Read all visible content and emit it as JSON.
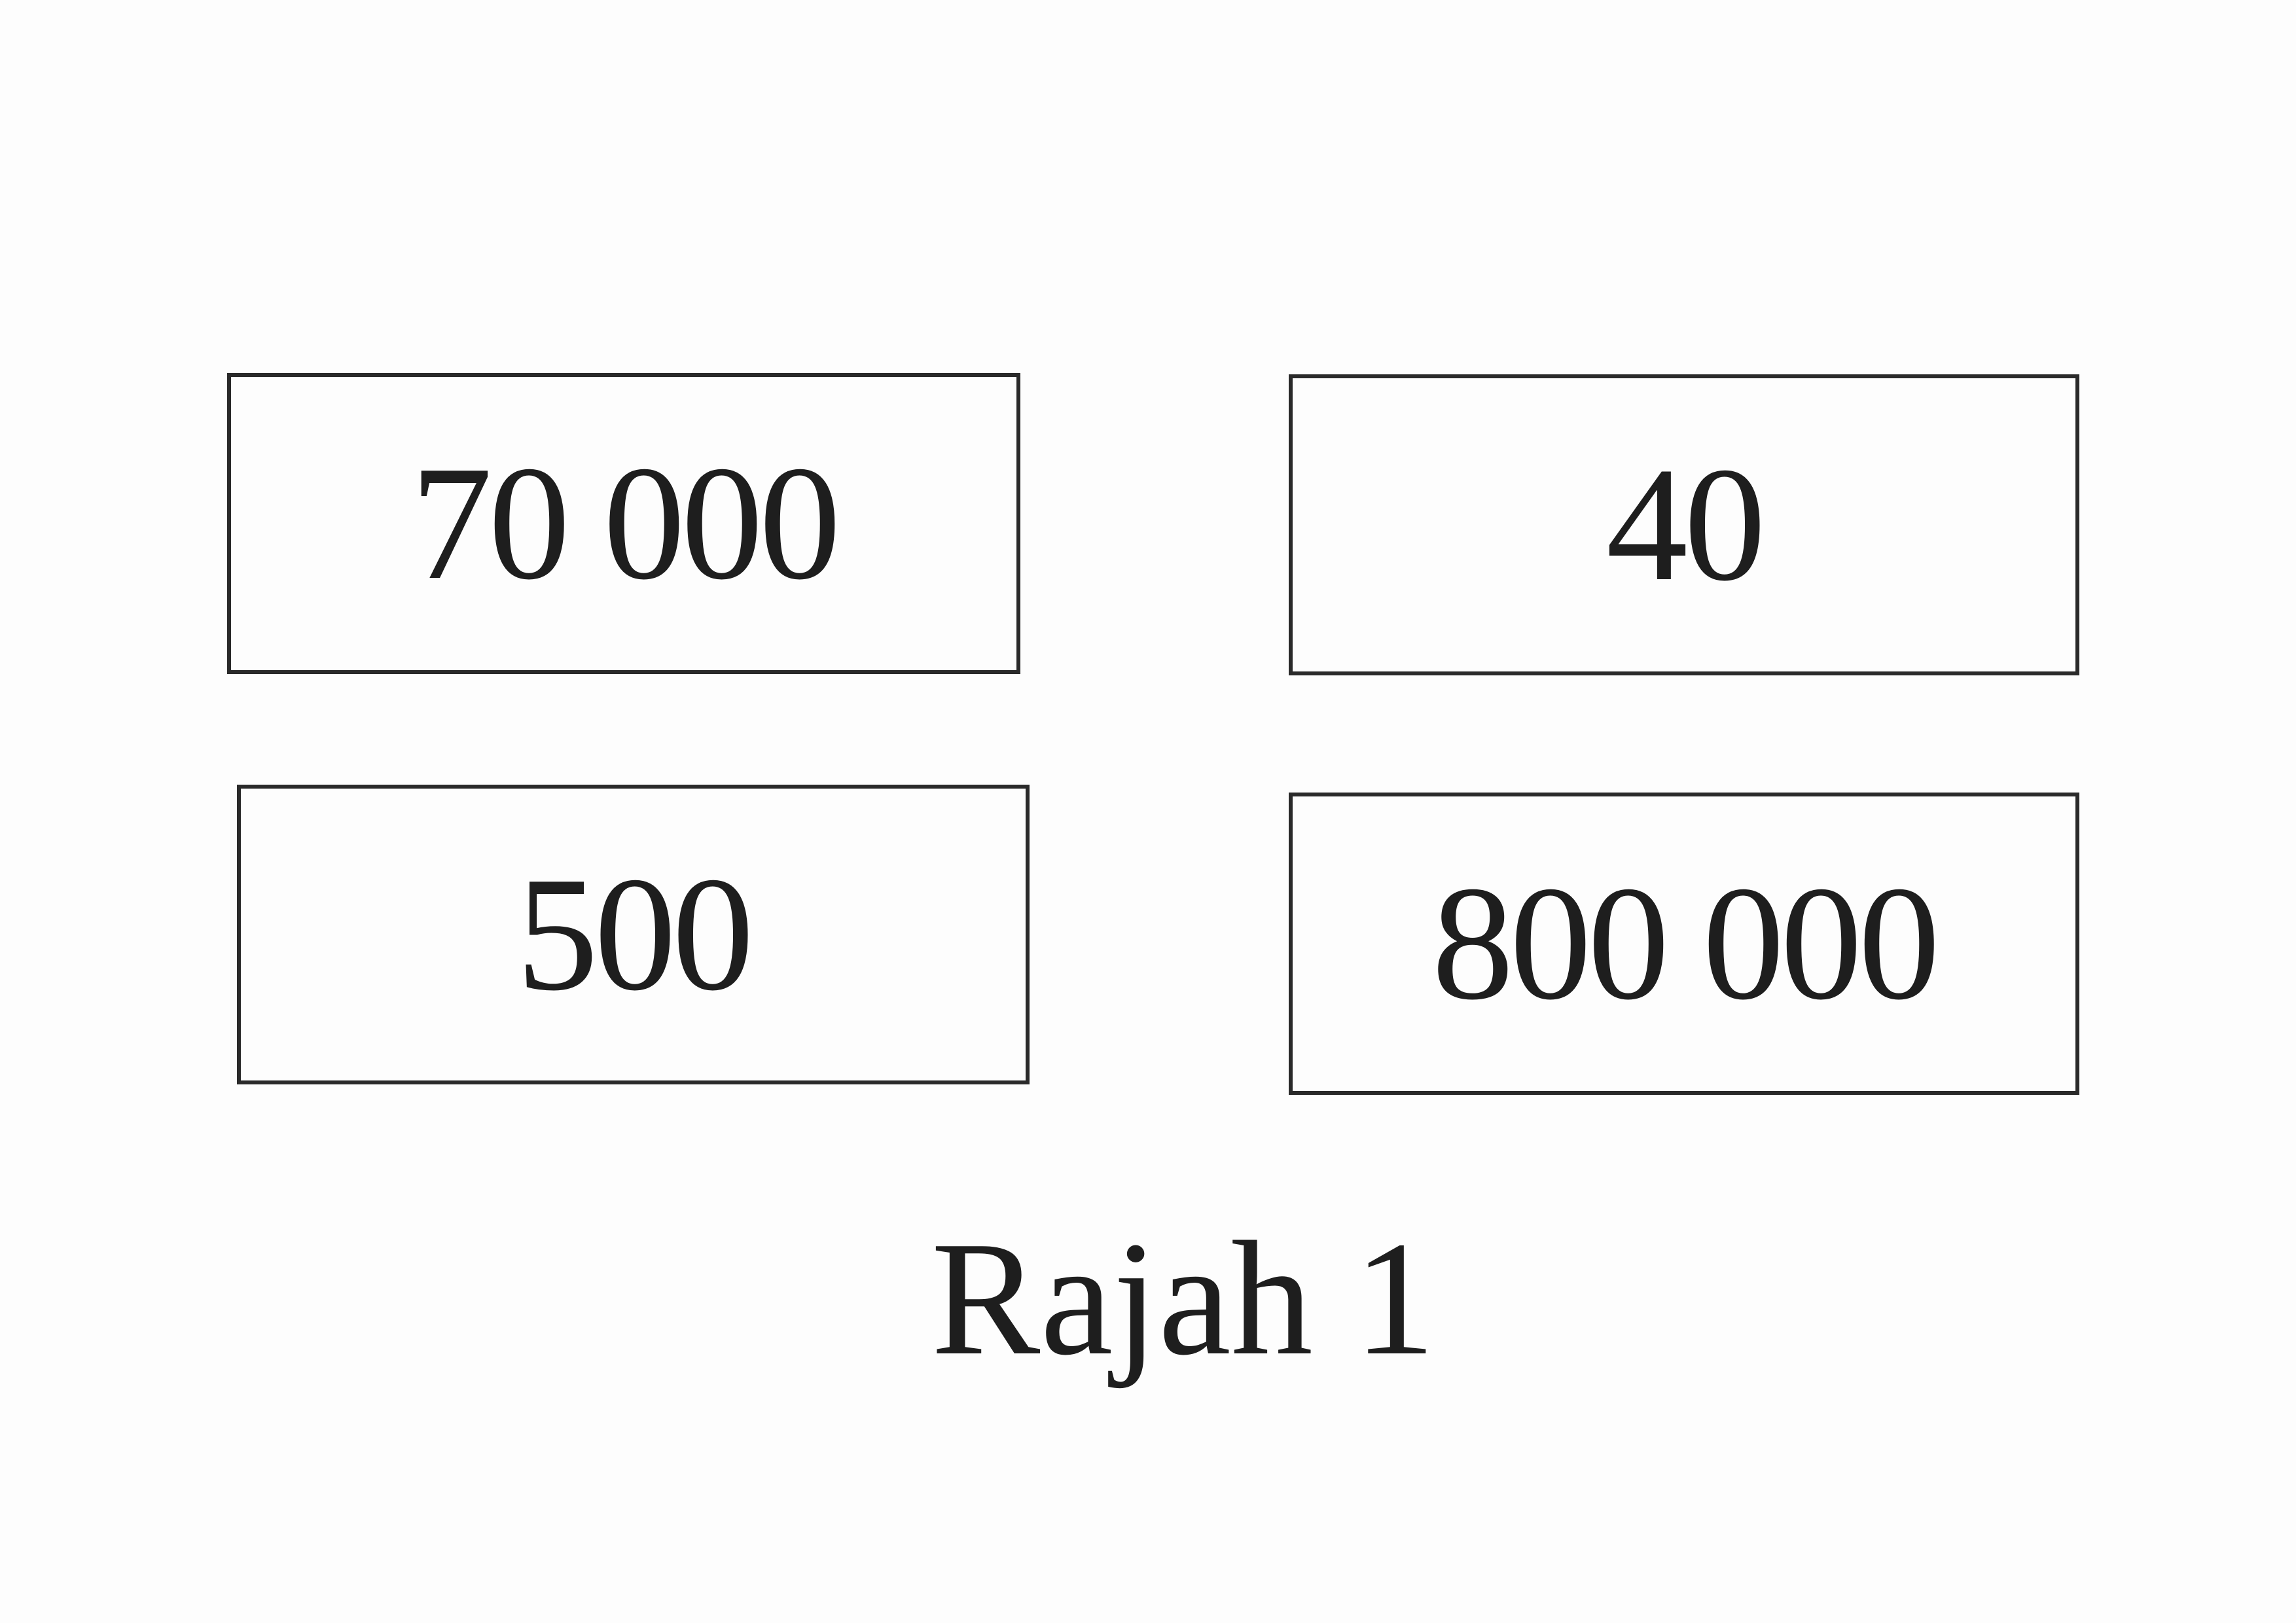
{
  "boxes": [
    {
      "value": "70 000"
    },
    {
      "value": "40"
    },
    {
      "value": "500"
    },
    {
      "value": "800 000"
    }
  ],
  "caption": "Rajah 1"
}
